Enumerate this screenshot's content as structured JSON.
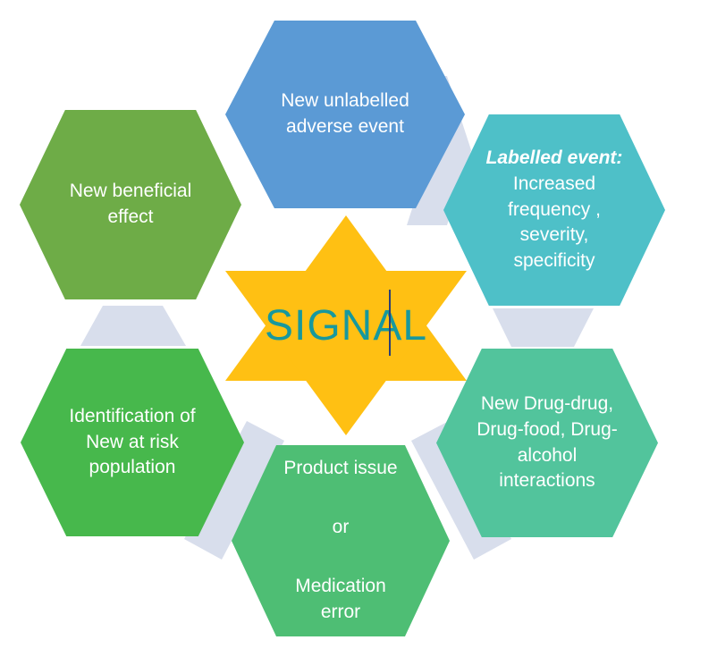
{
  "diagram": {
    "center_label": "SIGNAL",
    "hexagons": {
      "top": {
        "text": "New unlabelled\nadverse event"
      },
      "top_right": {
        "heading": "Labelled event:",
        "text": "Increased\nfrequency ,\nseverity,\nspecificity"
      },
      "bottom_right": {
        "text": "New Drug-drug,\nDrug-food, Drug-\nalcohol\ninteractions"
      },
      "bottom": {
        "line1": "Product issue",
        "line2": "or",
        "line3": "Medication\nerror"
      },
      "bottom_left": {
        "text": "Identification of\nNew at risk\npopulation"
      },
      "top_left": {
        "text": "New beneficial\neffect"
      }
    },
    "colors": {
      "hex_top": "#5B9AD5",
      "hex_top_right": "#4EC0C8",
      "hex_bottom_right": "#52C49C",
      "hex_bottom": "#4EBE74",
      "hex_bottom_left": "#47B84C",
      "hex_top_left": "#6EAC47",
      "star": "#FFC013",
      "connector": "#D8DEEC",
      "signal_text": "#17989D",
      "cursor": "#2B3F77",
      "hex_text": "#FFFFFF"
    }
  }
}
